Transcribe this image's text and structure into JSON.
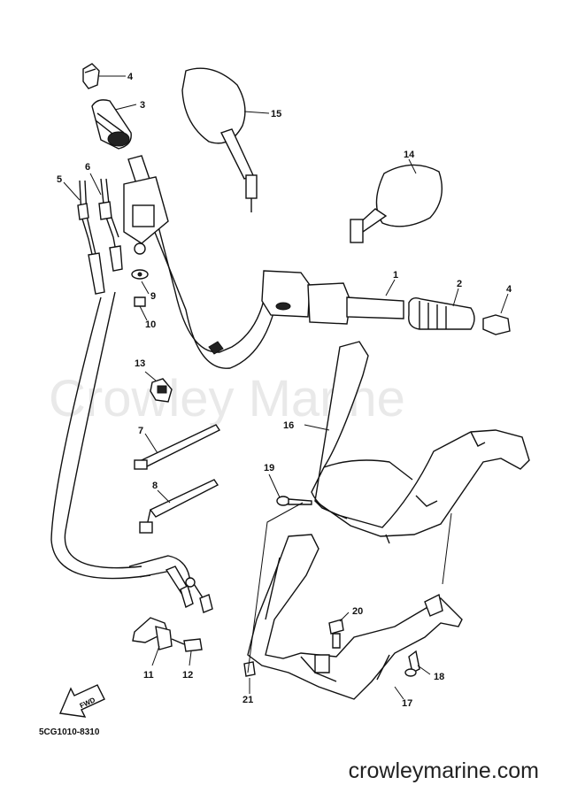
{
  "watermark": "Crowley Marine",
  "diagram_code": "5CG1010-8310",
  "footer_site": "crowleymarine.com",
  "fwd_label": "FWD",
  "parts": {
    "p1": "1",
    "p2": "2",
    "p3": "3",
    "p4a": "4",
    "p4b": "4",
    "p5": "5",
    "p6": "6",
    "p7": "7",
    "p8": "8",
    "p9": "9",
    "p10": "10",
    "p11": "11",
    "p12": "12",
    "p13": "13",
    "p14": "14",
    "p15": "15",
    "p16": "16",
    "p17": "17",
    "p18": "18",
    "p19": "19",
    "p20": "20",
    "p21": "21"
  }
}
